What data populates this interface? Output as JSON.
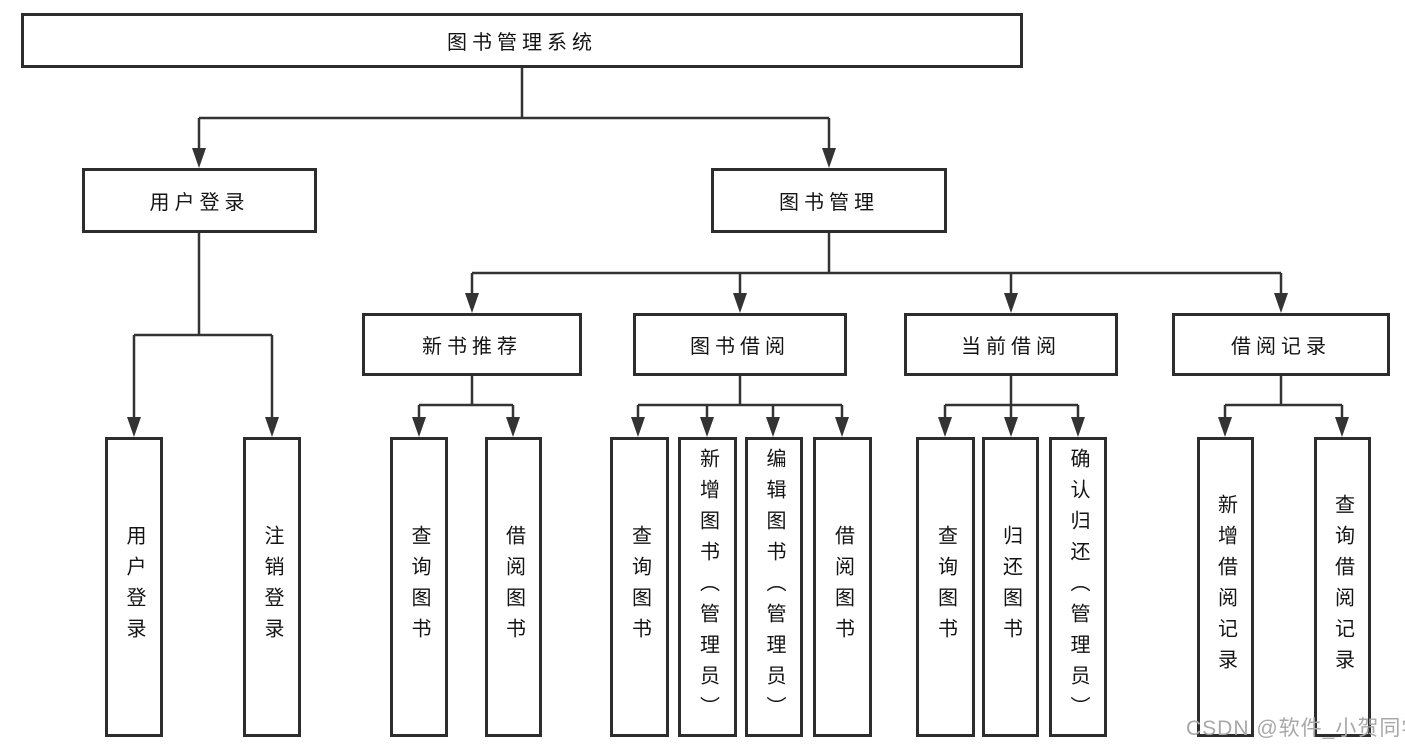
{
  "tree": {
    "label": "图书管理系统",
    "children": [
      {
        "label": "用户登录",
        "children": [
          {
            "label": "用户登录"
          },
          {
            "label": "注销登录"
          }
        ]
      },
      {
        "label": "图书管理",
        "children": [
          {
            "label": "新书推荐",
            "children": [
              {
                "label": "查询图书"
              },
              {
                "label": "借阅图书"
              }
            ]
          },
          {
            "label": "图书借阅",
            "children": [
              {
                "label": "查询图书"
              },
              {
                "label": "新增图书（管理员）"
              },
              {
                "label": "编辑图书（管理员）"
              },
              {
                "label": "借阅图书"
              }
            ]
          },
          {
            "label": "当前借阅",
            "children": [
              {
                "label": "查询图书"
              },
              {
                "label": "归还图书"
              },
              {
                "label": "确认归还（管理员）"
              }
            ]
          },
          {
            "label": "借阅记录",
            "children": [
              {
                "label": "新增借阅记录"
              },
              {
                "label": "查询借阅记录"
              }
            ]
          }
        ]
      }
    ]
  },
  "watermark": "CSDN @软件_小贺同学",
  "colors": {
    "line": "#333333",
    "box_border": "#2d2d2d",
    "text": "#141414",
    "watermark": "#a8a8a8",
    "background": "#ffffff"
  }
}
